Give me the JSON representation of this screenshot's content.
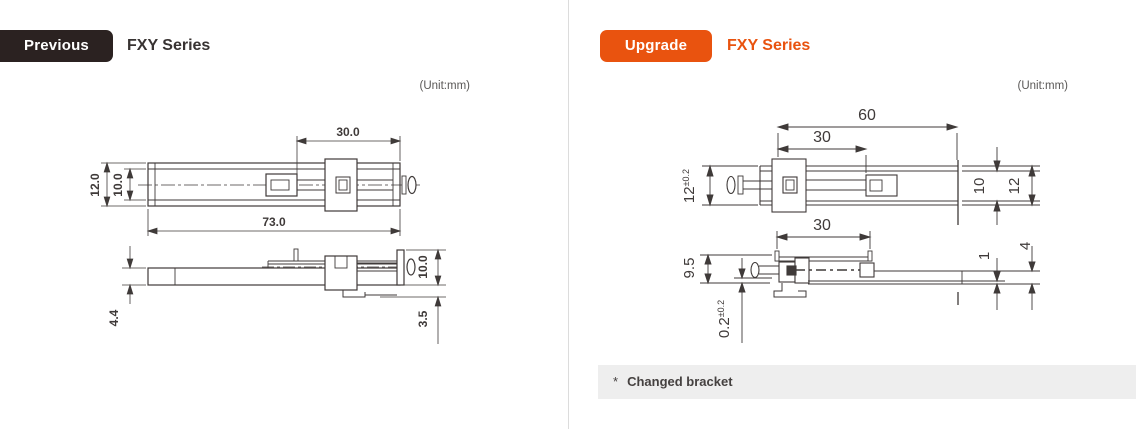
{
  "left_panel": {
    "badge_label": "Previous",
    "title": "FXY Series",
    "unit_label": "(Unit:mm)",
    "top_view": {
      "dim_stroke": "30.0",
      "dim_length": "73.0",
      "dim_height_outer": "12.0",
      "dim_height_inner": "10.0"
    },
    "side_view": {
      "dim_base_thickness": "4.4",
      "dim_height": "10.0",
      "dim_bracket_drop": "3.5"
    }
  },
  "right_panel": {
    "badge_label": "Upgrade",
    "title": "FXY Series",
    "unit_label": "(Unit:mm)",
    "top_view": {
      "dim_length": "60",
      "dim_stroke": "30",
      "dim_height_left": "12",
      "dim_height_left_tol": "±0.2",
      "dim_height_inner": "10",
      "dim_height_outer": "12"
    },
    "side_view": {
      "dim_stroke": "30",
      "dim_height": "9.5",
      "dim_gap": "0.2",
      "dim_gap_tol": "±0.2",
      "dim_plate_thickness": "1",
      "dim_right_height": "4"
    },
    "note": {
      "marker": "*",
      "text": "Changed bracket"
    }
  },
  "colors": {
    "accent_orange": "#e9530f",
    "badge_dark": "#2b2221",
    "note_background": "#eeeeee",
    "drawing_line": "#3f3a39",
    "divider": "#dcdcdc"
  }
}
